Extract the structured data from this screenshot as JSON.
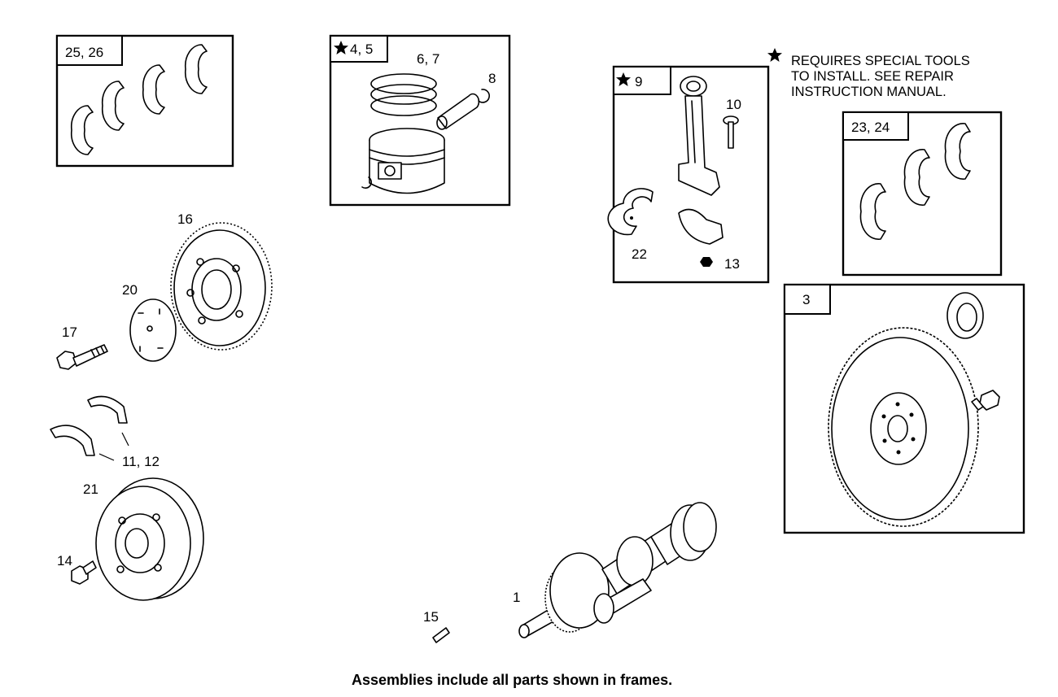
{
  "frames": {
    "bearings_25_26": "25, 26",
    "piston_4_5": "4, 5",
    "con_rod_9": "9",
    "bearings_23_24": "23, 24",
    "flywheel_3": "3"
  },
  "callouts": {
    "rings": "6, 7",
    "snap_ring": "8",
    "rod_bolt": "10",
    "thrust_washers": "11, 12",
    "nut": "13",
    "damper_bolt": "14",
    "dowel": "15",
    "gear": "16",
    "gear_bolt": "17",
    "plate": "20",
    "damper": "21",
    "rod_bearing": "22",
    "crankshaft": "1"
  },
  "note": {
    "line1": "REQUIRES SPECIAL TOOLS",
    "line2": "TO INSTALL.  SEE REPAIR",
    "line3": "INSTRUCTION MANUAL."
  },
  "caption": "Assemblies include all parts shown in frames."
}
